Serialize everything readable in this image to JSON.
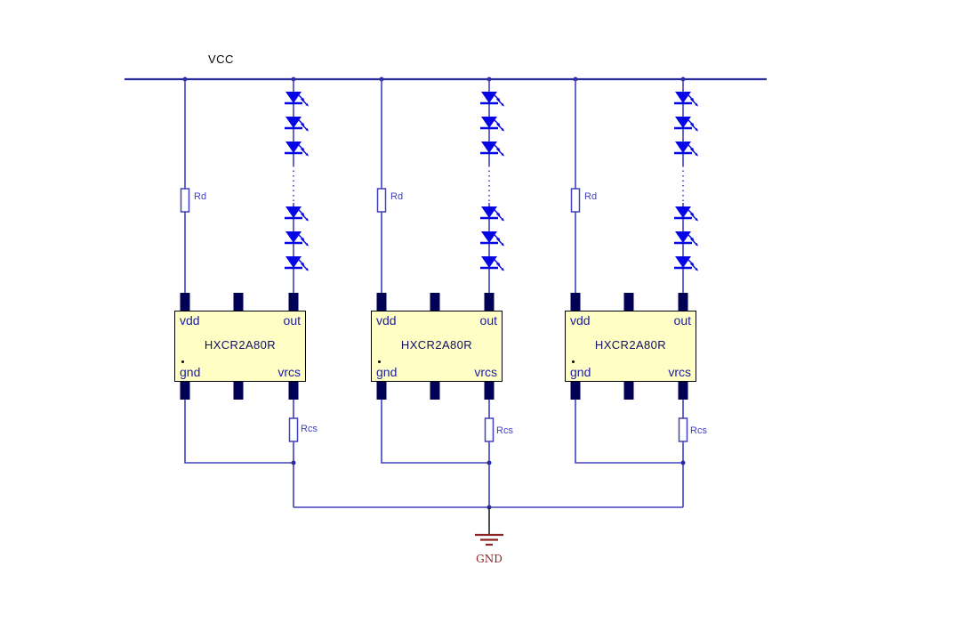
{
  "power": {
    "vcc_label": "VCC",
    "gnd_label": "GND"
  },
  "circuits": [
    {
      "rd_label": "Rd",
      "rcs_label": "Rcs",
      "ic_name": "HXCR2A80R",
      "pins": {
        "vdd": "vdd",
        "out": "out",
        "gnd": "gnd",
        "vrcs": "vrcs"
      }
    },
    {
      "rd_label": "Rd",
      "rcs_label": "Rcs",
      "ic_name": "HXCR2A80R",
      "pins": {
        "vdd": "vdd",
        "out": "out",
        "gnd": "gnd",
        "vrcs": "vrcs"
      }
    },
    {
      "rd_label": "Rd",
      "rcs_label": "Rcs",
      "ic_name": "HXCR2A80R",
      "pins": {
        "vdd": "vdd",
        "out": "out",
        "gnd": "gnd",
        "vrcs": "vrcs"
      }
    }
  ],
  "colors": {
    "rail": "#2b2ba0",
    "wire": "#4040c0",
    "led": "#0505e5",
    "pin": "#000055",
    "ic_fill": "#ffffc5",
    "pin_label": "#1c1ca8",
    "ic_name": "#0f0f66",
    "gnd": "#8b2424"
  }
}
